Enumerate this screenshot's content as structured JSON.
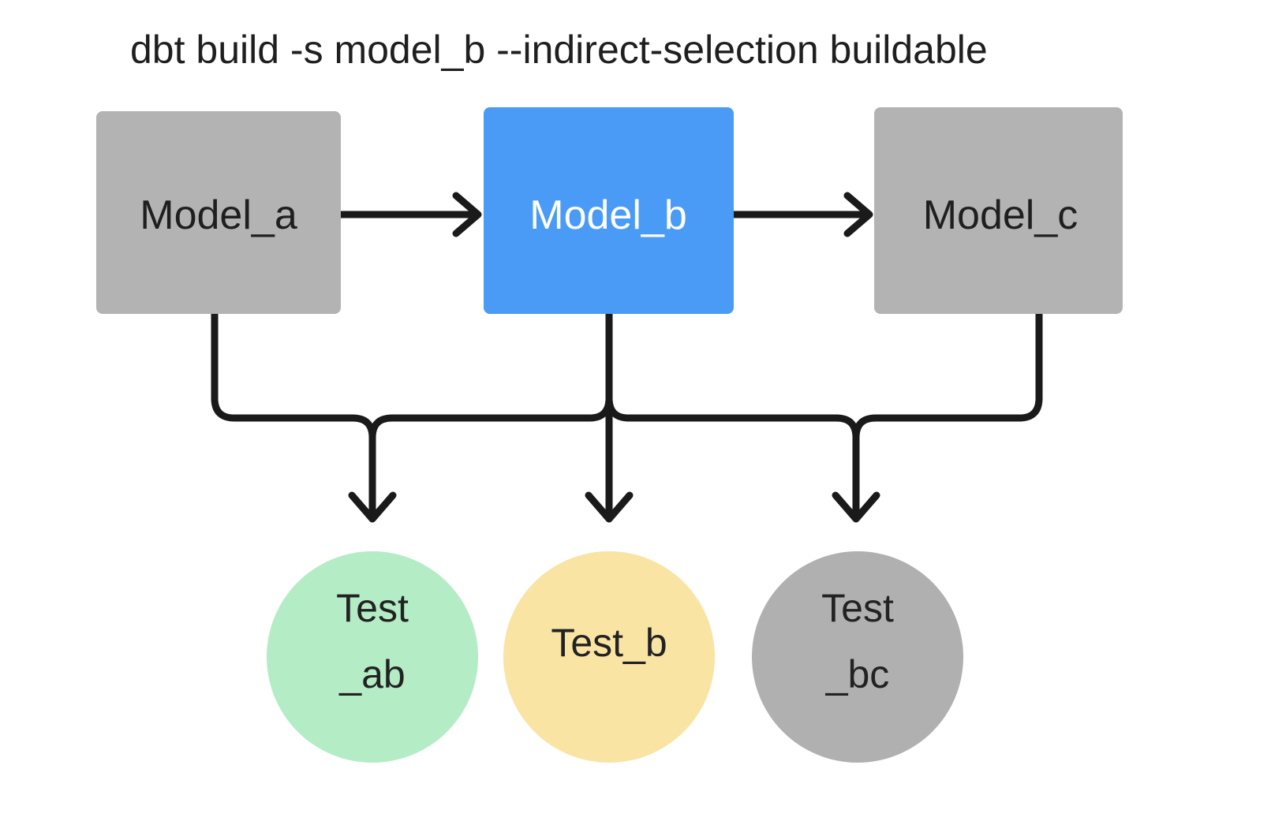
{
  "title": {
    "text": "dbt build -s model_b --indirect-selection buildable"
  },
  "colors": {
    "background": "#ffffff",
    "model_default": "#b3b3b3",
    "model_selected": "#4a9bf5",
    "test_pass": "#b4ecc5",
    "test_warn": "#f9e4a4",
    "test_default": "#b0b0b0",
    "edge": "#1a1a1a",
    "text_dark": "#1f1f1f",
    "text_light": "#ffffff"
  },
  "models": [
    {
      "id": "model_a",
      "label": "Model_a",
      "state": "not-selected",
      "fill": "#b3b3b3",
      "text_color": "#1f1f1f"
    },
    {
      "id": "model_b",
      "label": "Model_b",
      "state": "selected",
      "fill": "#4a9bf5",
      "text_color": "#ffffff"
    },
    {
      "id": "model_c",
      "label": "Model_c",
      "state": "not-selected",
      "fill": "#b3b3b3",
      "text_color": "#1f1f1f"
    }
  ],
  "tests": [
    {
      "id": "test_ab",
      "label_line1": "Test",
      "label_line2": "_ab",
      "fill": "#b4ecc5",
      "state": "included"
    },
    {
      "id": "test_b",
      "label_line1": "Test_b",
      "label_line2": "",
      "fill": "#f9e4a4",
      "state": "included"
    },
    {
      "id": "test_bc",
      "label_line1": "Test",
      "label_line2": "_bc",
      "fill": "#b0b0b0",
      "state": "excluded"
    }
  ],
  "edges": [
    {
      "from": "model_a",
      "to": "model_b",
      "kind": "straight-arrow"
    },
    {
      "from": "model_b",
      "to": "model_c",
      "kind": "straight-arrow"
    },
    {
      "from": "model_a",
      "to": "test_ab",
      "kind": "elbow-arrow"
    },
    {
      "from": "model_b",
      "to": "test_ab",
      "kind": "elbow-arrow"
    },
    {
      "from": "model_b",
      "to": "test_b",
      "kind": "straight-arrow"
    },
    {
      "from": "model_b",
      "to": "test_bc",
      "kind": "elbow-arrow"
    },
    {
      "from": "model_c",
      "to": "test_bc",
      "kind": "elbow-arrow"
    }
  ]
}
